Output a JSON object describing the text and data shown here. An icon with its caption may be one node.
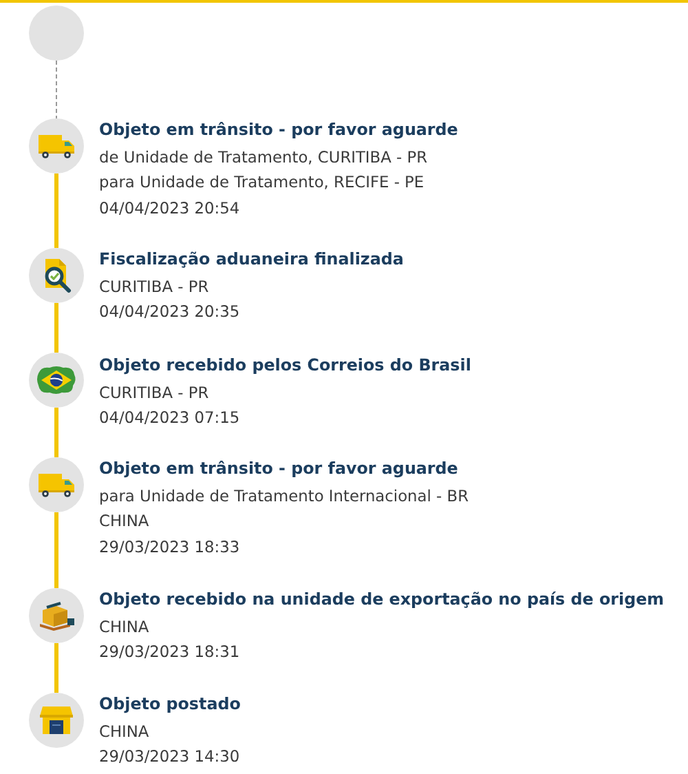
{
  "diagram": {
    "nodes": [
      {
        "text": [],
        "shape": "circle"
      },
      {
        "text": [],
        "shape": "circle",
        "beside": [
          "Objeto em trânsito - por favor aguarde",
          "de Unidade de Tratamento, CURITIBA - PR",
          "para Unidade de Tratamento, RECIFE - PE",
          "04/04/2023 20:54"
        ]
      },
      {
        "text": [],
        "shape": "circle",
        "beside": [
          "Fiscalização aduaneira finalizada",
          "CURITIBA - PR",
          "04/04/2023 20:35"
        ]
      },
      {
        "text": [],
        "shape": "circle",
        "beside": [
          "Objeto recebido pelos Correios do Brasil",
          "CURITIBA - PR",
          "04/04/2023 07:15"
        ]
      },
      {
        "text": [],
        "shape": "circle",
        "beside": [
          "Objeto em trânsito - por favor aguarde",
          "para Unidade de Tratamento Internacional - BR",
          "CHINA",
          "29/03/2023 18:33"
        ]
      },
      {
        "text": [],
        "shape": "circle",
        "beside": [
          "Objeto recebido na unidade de exportação no país de origem",
          "CHINA",
          "29/03/2023 18:31"
        ]
      },
      {
        "text": [],
        "shape": "circle",
        "beside": [
          "Objeto postado",
          "CHINA",
          "29/03/2023 14:30"
        ]
      }
    ],
    "edges": [
      {
        "from": 0,
        "to": 1,
        "arrow": "none",
        "style": "dashed",
        "color": "#9a9a9a"
      },
      {
        "from": 1,
        "to": 2,
        "arrow": "none"
      },
      {
        "from": 2,
        "to": 3,
        "arrow": "none"
      },
      {
        "from": 3,
        "to": 4,
        "arrow": "none"
      },
      {
        "from": 4,
        "to": 5,
        "arrow": "none"
      },
      {
        "from": 5,
        "to": 6,
        "arrow": "none"
      }
    ]
  }
}
